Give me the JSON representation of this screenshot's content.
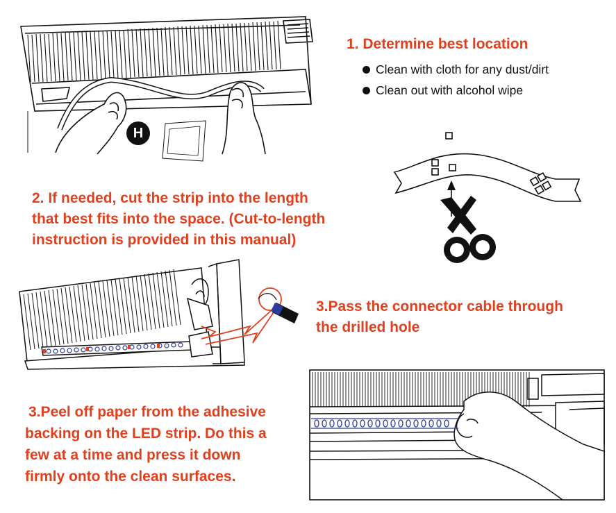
{
  "step1": {
    "title": "1. Determine best location",
    "bullets": [
      "Clean with cloth for any dust/dirt",
      "Clean out with alcohol wipe"
    ],
    "badge": "H"
  },
  "step2": {
    "lines": [
      "2. If needed, cut the strip into the length",
      "that best fits into the space. (Cut-to-length",
      "instruction is provided in this manual)"
    ]
  },
  "step3_cable": {
    "lines": [
      "3.Pass the connector cable through",
      "the drilled hole"
    ]
  },
  "step3_peel": {
    "lines": [
      "3.Peel off paper from the adhesive",
      "backing on the LED strip. Do this a",
      "few at a time and press it down",
      "firmly onto the clean surfaces."
    ]
  },
  "colors": {
    "heading": "#e0401e",
    "led_strip": "#2a3b9a",
    "arrow": "#e0401e"
  },
  "icons": [
    "air-conditioner-illustration",
    "cleaning-wipe-icon",
    "led-strip-icon",
    "scissors-icon",
    "hand-icon"
  ]
}
